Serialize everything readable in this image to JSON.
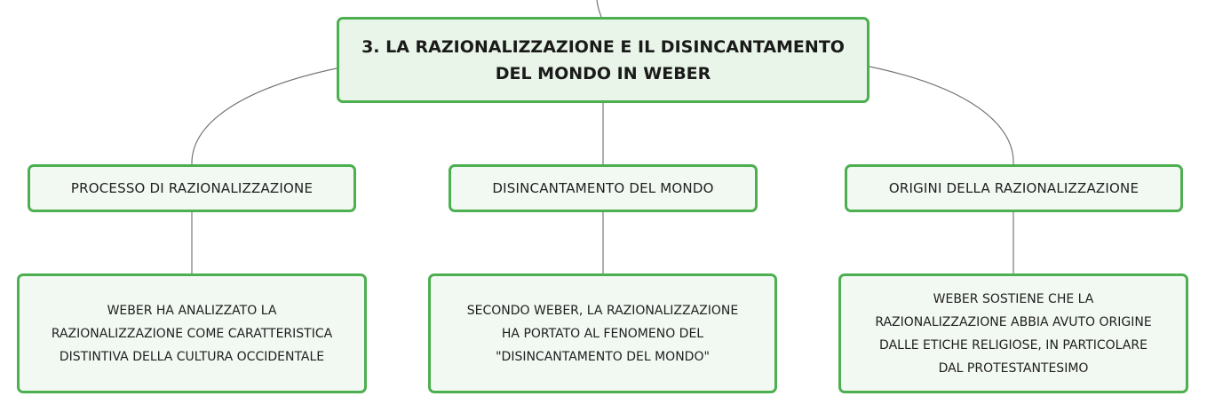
{
  "root": {
    "title": "3. LA RAZIONALIZZAZIONE E IL DISINCANTAMENTO\nDEL MONDO IN WEBER"
  },
  "branches": [
    {
      "label": "PROCESSO DI RAZIONALIZZAZIONE",
      "detail": "WEBER HA ANALIZZATO LA\nRAZIONALIZZAZIONE COME CARATTERISTICA\nDISTINTIVA DELLA CULTURA OCCIDENTALE"
    },
    {
      "label": "DISINCANTAMENTO DEL MONDO",
      "detail": "SECONDO WEBER, LA RAZIONALIZZAZIONE\nHA PORTATO AL FENOMENO DEL\n\"DISINCANTAMENTO DEL MONDO\""
    },
    {
      "label": "ORIGINI DELLA RAZIONALIZZAZIONE",
      "detail": "WEBER SOSTIENE CHE LA\nRAZIONALIZZAZIONE ABBIA AVUTO ORIGINE\nDALLE ETICHE RELIGIOSE, IN PARTICOLARE\nDAL PROTESTANTESIMO"
    }
  ],
  "colors": {
    "node_border": "#4caf50",
    "node_fill": "#f2f8f2",
    "root_fill": "#e8f5e8",
    "connector": "#777777"
  }
}
